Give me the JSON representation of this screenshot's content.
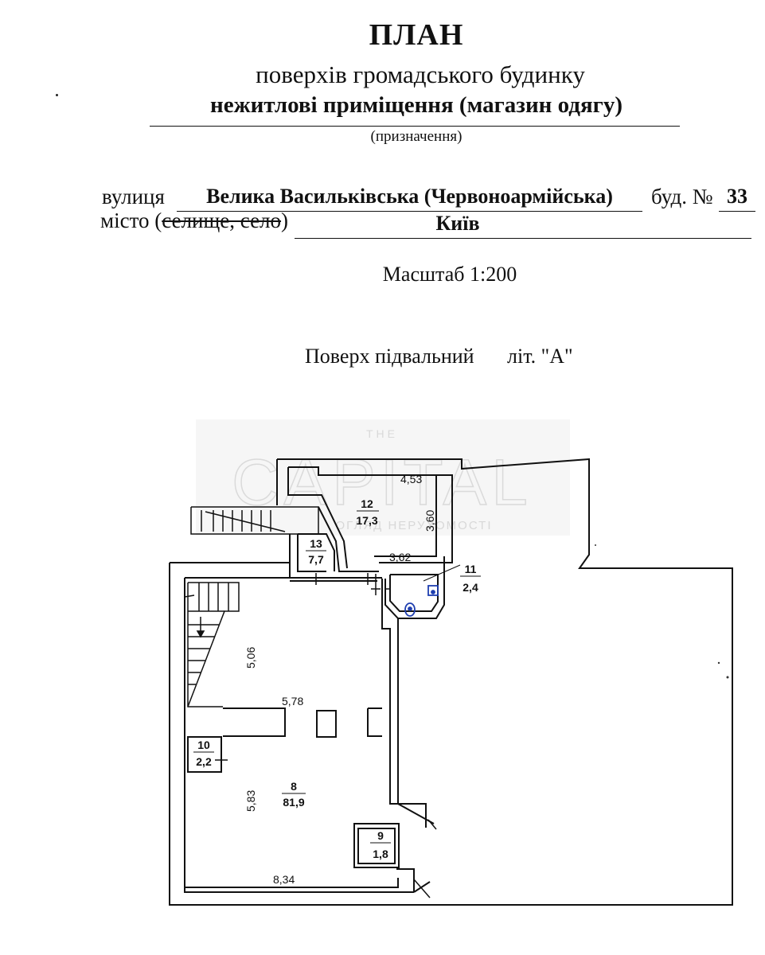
{
  "header": {
    "title": "ПЛАН",
    "subtitle": "поверхів громадського будинку",
    "purpose": "нежитлові приміщення (магазин одягу)",
    "purpose_caption": "(призначення)"
  },
  "address": {
    "street_label": "вулиця",
    "street_value": "Велика Васильківська (Червоноармійська)",
    "building_label": "буд. №",
    "building_value": "33",
    "city_label": "місто",
    "city_paren_open": "(",
    "city_struck": "селище, село",
    "city_paren_close": ")",
    "city_value": "Київ"
  },
  "scale": "Масштаб  1:200",
  "floor": {
    "label": "Поверх підвальний",
    "lit": "літ. \"А\""
  },
  "watermark": {
    "top": "THE",
    "main": "CAPITAL",
    "bottom": "ОГЛЯД НЕРУХОМОСТІ"
  },
  "rooms": [
    {
      "number": "12",
      "area": "17,3"
    },
    {
      "number": "13",
      "area": "7,7"
    },
    {
      "number": "11",
      "area": "2,4"
    },
    {
      "number": "10",
      "area": "2,2"
    },
    {
      "number": "8",
      "area": "81,9"
    },
    {
      "number": "9",
      "area": "1,8"
    }
  ],
  "dimensions": {
    "d453": "4,53",
    "d360": "3,60",
    "d362": "3,62",
    "d506": "5,06",
    "d578": "5,78",
    "d583": "5,83",
    "d834": "8,34"
  }
}
